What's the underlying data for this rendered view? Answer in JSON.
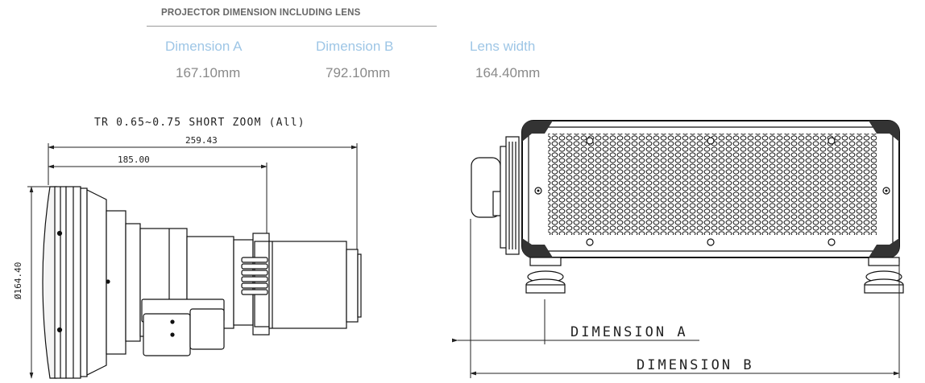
{
  "header": {
    "title": "PROJECTOR DIMENSION INCLUDING LENS"
  },
  "specs": [
    {
      "label": "Dimension A",
      "value": "167.10mm"
    },
    {
      "label": "Dimension B",
      "value": "792.10mm"
    },
    {
      "label": "Lens width",
      "value": "164.40mm"
    }
  ],
  "lens_drawing": {
    "title": "TR 0.65~0.75 SHORT ZOOM (All)",
    "dim_overall": "259.43",
    "dim_body": "185.00",
    "dim_diameter": "Ø164.40"
  },
  "projector_drawing": {
    "dim_a_label": "DIMENSION A",
    "dim_b_label": "DIMENSION B"
  },
  "colors": {
    "label_blue": "#9ec6e6",
    "value_grey": "#8a8a8a",
    "line": "#222222"
  }
}
